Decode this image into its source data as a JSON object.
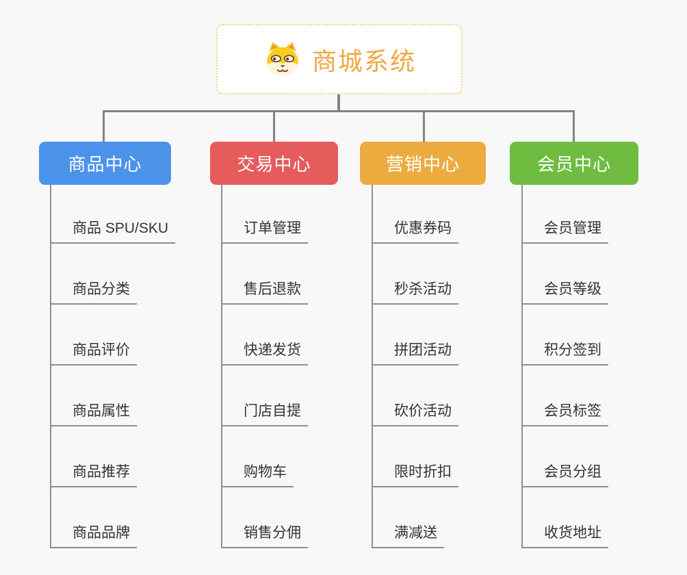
{
  "root": {
    "title": "商城系统",
    "icon": "shiba-dog-icon",
    "text_color": "#efa843",
    "border_color": "#f4cd84"
  },
  "connector_color": "#828282",
  "branches": [
    {
      "label": "商品中心",
      "color": "#4b92e9",
      "children": [
        "商品 SPU/SKU",
        "商品分类",
        "商品评价",
        "商品属性",
        "商品推荐",
        "商品品牌"
      ]
    },
    {
      "label": "交易中心",
      "color": "#e65c5c",
      "children": [
        "订单管理",
        "售后退款",
        "快递发货",
        "门店自提",
        "购物车",
        "销售分佣"
      ]
    },
    {
      "label": "营销中心",
      "color": "#ecab3f",
      "children": [
        "优惠券码",
        "秒杀活动",
        "拼团活动",
        "砍价活动",
        "限时折扣",
        "满减送"
      ]
    },
    {
      "label": "会员中心",
      "color": "#6fbc41",
      "children": [
        "会员管理",
        "会员等级",
        "积分签到",
        "会员标签",
        "会员分组",
        "收货地址"
      ]
    }
  ]
}
